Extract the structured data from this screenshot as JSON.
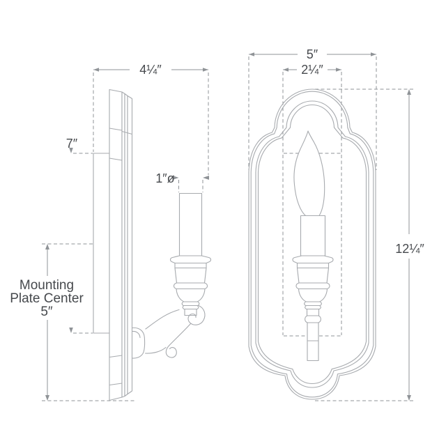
{
  "diagram": {
    "labels": {
      "extension": "4¼″",
      "backplate_height": "7″",
      "candle_diameter": "1″ø",
      "mounting_line1": "Mounting",
      "mounting_line2": "Plate Center",
      "mounting_line3": "5″",
      "overall_width": "5″",
      "backplate_width": "2¼″",
      "overall_height": "12¼″"
    },
    "colors": {
      "background": "#ffffff",
      "drawing_line": "#a7aaae",
      "dimension_line": "#8f9397",
      "text": "#46494d"
    }
  }
}
